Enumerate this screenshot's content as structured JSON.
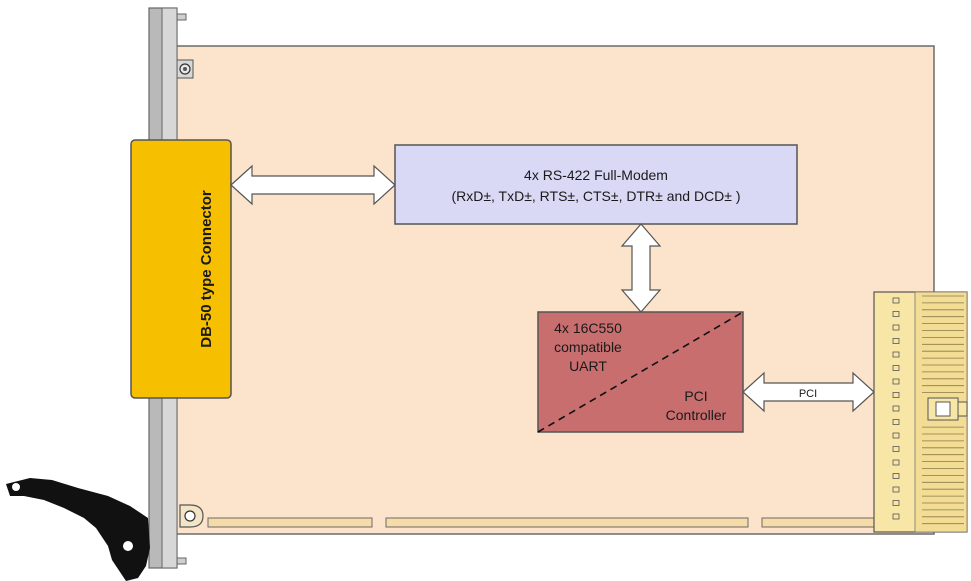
{
  "colors": {
    "board": "#fbe3cc",
    "board_stroke": "#6b6b6b",
    "connector": "#f6c000",
    "rs422_block": "#d9d9f6",
    "uart_block": "#c86e6e",
    "panel": "#b9b9b9",
    "pci_connector": "#f8e6a6",
    "handle": "#111111"
  },
  "blocks": {
    "connector": {
      "label": "DB-50 type Connector"
    },
    "rs422": {
      "line1": "4x RS-422 Full-Modem",
      "line2": "(RxD±, TxD±, RTS±, CTS±, DTR± and DCD± )"
    },
    "uart": {
      "line1": "4x 16C550",
      "line2": "compatible",
      "line3": "UART"
    },
    "pci_controller": {
      "line1": "PCI",
      "line2": "Controller"
    },
    "pci_link": {
      "label": "PCI"
    }
  }
}
